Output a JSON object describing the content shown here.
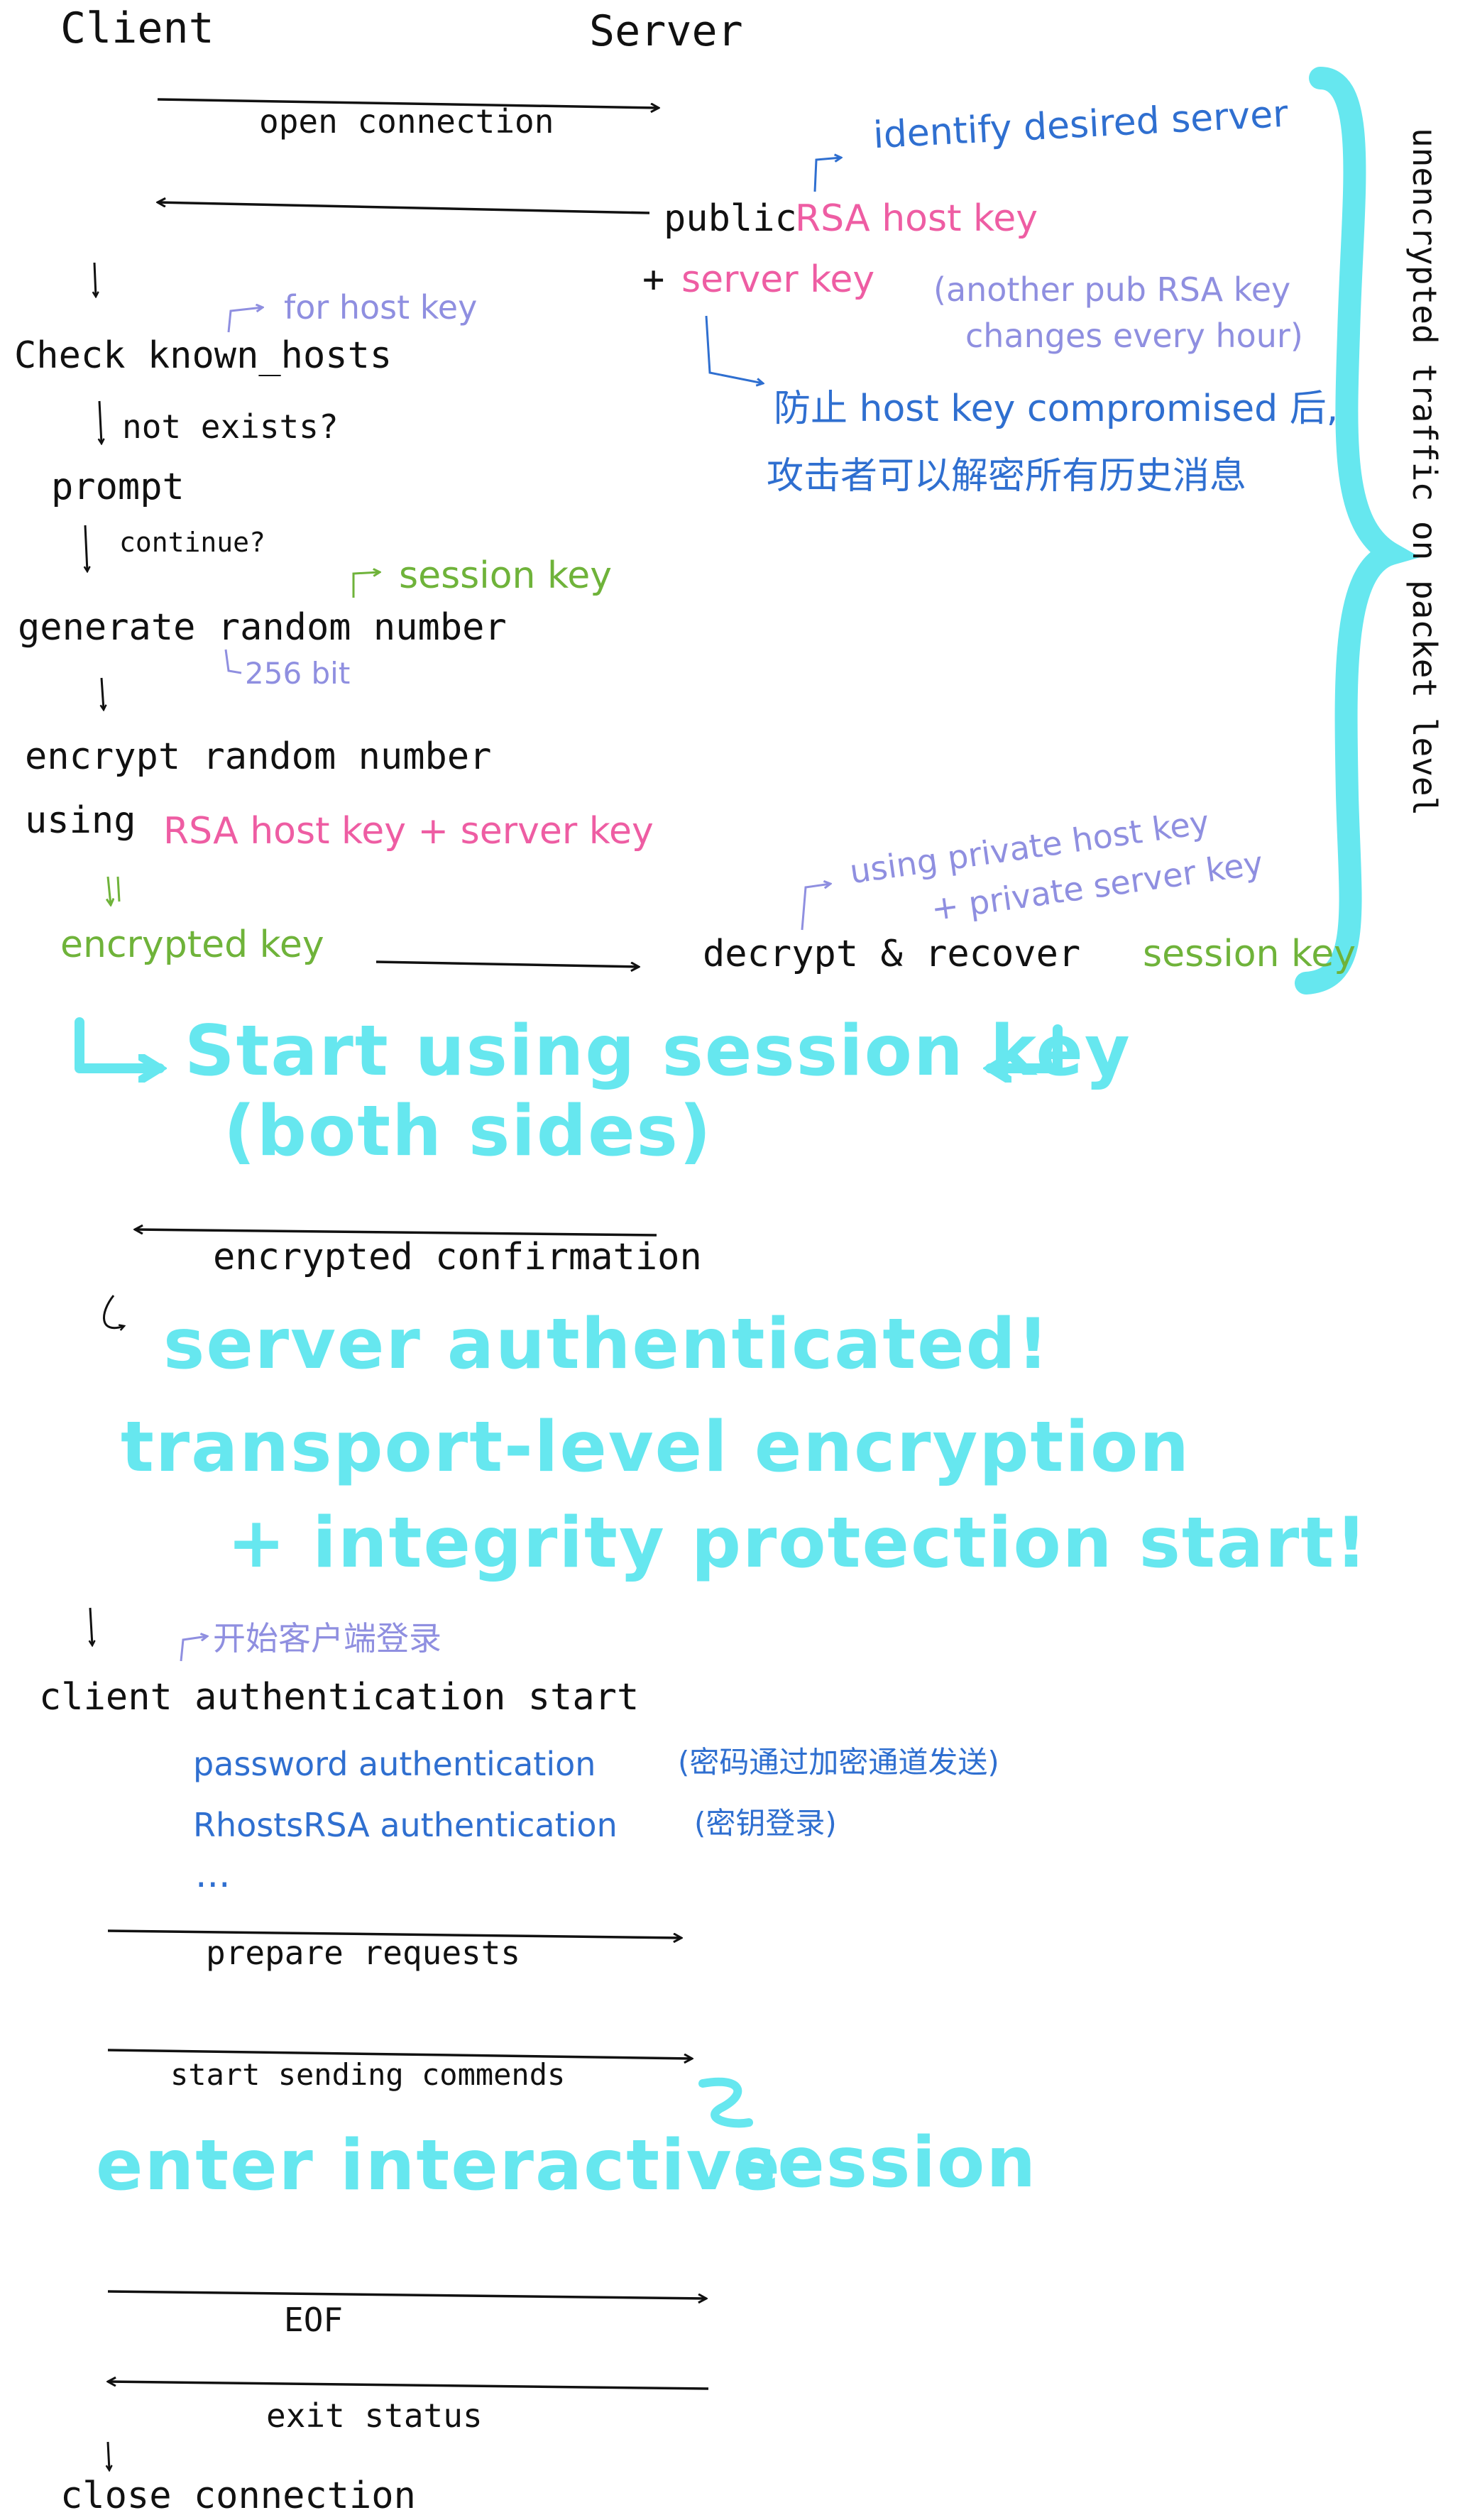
{
  "colors": {
    "ink": "#111111",
    "pink": "#ee5da3",
    "green": "#6fb33a",
    "blue": "#2f6fd0",
    "purple": "#8f8fe0",
    "cyan": "#66e7ef"
  },
  "header": {
    "client": "Client",
    "server": "Server"
  },
  "handshake": {
    "open_connection": "open connection",
    "public": "public",
    "rsa_host_key": "RSA host key",
    "identify_desired_server": "identify desired server",
    "plus": "+",
    "server_key": "server key",
    "server_key_note_1": "(another pub RSA key",
    "server_key_note_2": "changes every hour)",
    "compromise_note_1": "防止 host key compromised 后,",
    "compromise_note_2": "攻击者可以解密所有历史消息",
    "unencrypted_traffic": "unencrypted traffic on packet level"
  },
  "client_steps": {
    "check_known_hosts": "Check known_hosts",
    "for_host_key": "for host key",
    "not_exists": "not exists?",
    "prompt": "prompt",
    "continue": "continue?",
    "generate_random_number": "generate random number",
    "session_key": "session key",
    "bits": "256 bit",
    "encrypt_random_number": "encrypt random number",
    "using": "using",
    "using_keys": "RSA host key + server key",
    "encrypted_key": "encrypted key"
  },
  "server_steps": {
    "private_note_1": "using private host key",
    "private_note_2": "+ private server key",
    "decrypt_recover": "decrypt & recover",
    "session_key": "session key"
  },
  "highlights": {
    "start_using_1": "Start using session key",
    "start_using_2": "(both sides)",
    "server_authenticated": "server authenticated!",
    "transport_1": "transport-level encryption",
    "transport_2": "+ integrity protection start!",
    "enter_interactive": "enter interactive",
    "session": "session"
  },
  "authentication": {
    "encrypted_confirmation": "encrypted confirmation",
    "start_login": "开始客户端登录",
    "client_auth_start": "client authentication start",
    "password_auth": "password authentication",
    "password_note": "(密码通过加密通道发送)",
    "rhosts_auth": "RhostsRSA authentication",
    "rhosts_note": "(密钥登录)",
    "ellipsis": "..."
  },
  "session": {
    "prepare_requests": "prepare requests",
    "start_sending": "start sending commends",
    "eof": "EOF",
    "exit_status": "exit status",
    "close_connection": "close connection"
  }
}
